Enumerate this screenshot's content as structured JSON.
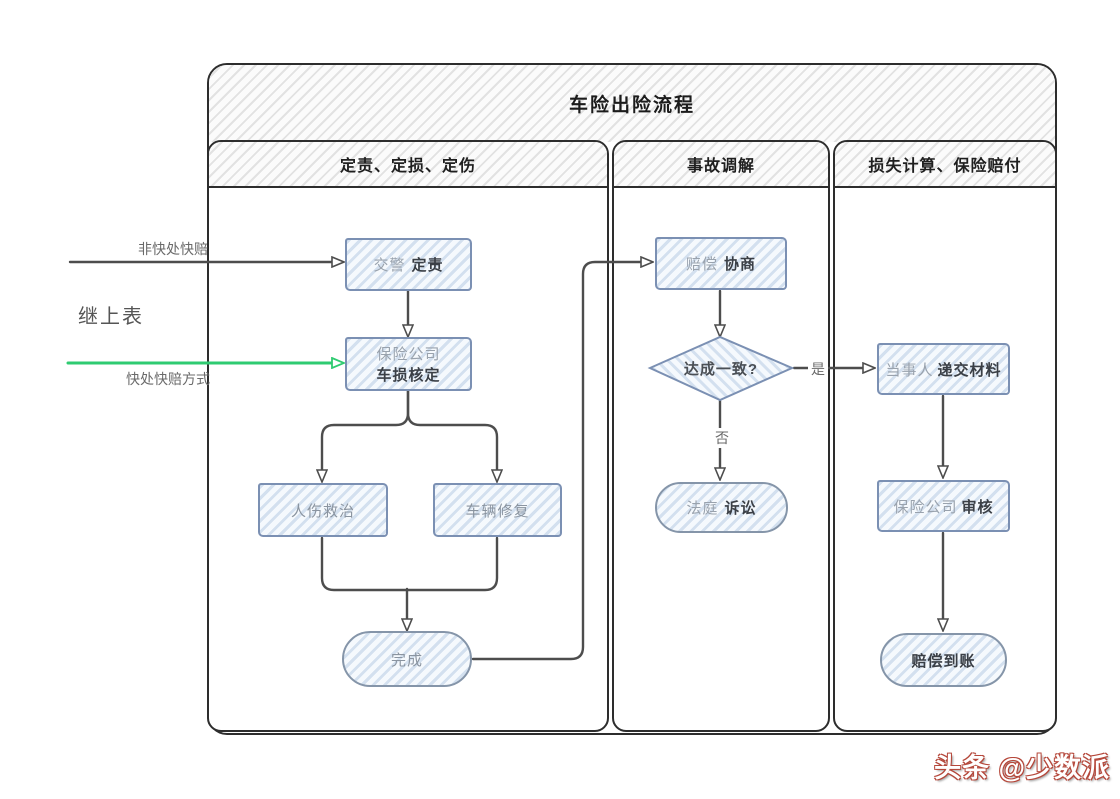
{
  "title": "车险出险流程",
  "lanes": [
    {
      "header": "定责、定损、定伤"
    },
    {
      "header": "事故调解"
    },
    {
      "header": "损失计算、保险赔付"
    }
  ],
  "nodes": {
    "traffic_police": {
      "prefix": "交警",
      "label": "定责"
    },
    "damage_assess": {
      "line1": "保险公司",
      "line2": "车损核定"
    },
    "injury_treatment": {
      "label": "人伤救治"
    },
    "vehicle_repair": {
      "label": "车辆修复"
    },
    "done": {
      "label": "完成"
    },
    "negotiation": {
      "prefix": "赔偿",
      "label": "协商"
    },
    "agreement": {
      "label": "达成一致?"
    },
    "court": {
      "prefix": "法庭",
      "label": "诉讼"
    },
    "submit_materials": {
      "prefix": "当事人",
      "label": "递交材料"
    },
    "insurer_review": {
      "prefix": "保险公司",
      "label": "审核"
    },
    "compensation_paid": {
      "label": "赔偿到账"
    }
  },
  "edge_labels": {
    "non_fast": "非快处快赔",
    "fast": "快处快赔方式",
    "continued": "继上表",
    "yes": "是",
    "no": "否"
  },
  "watermark": "头条 @少数派",
  "colors": {
    "accent_green": "#2fcb71",
    "node_border": "#7b90b3",
    "edge": "#4d4d4d",
    "lane_border": "#2d2d2d",
    "watermark_red": "#b5473a"
  }
}
